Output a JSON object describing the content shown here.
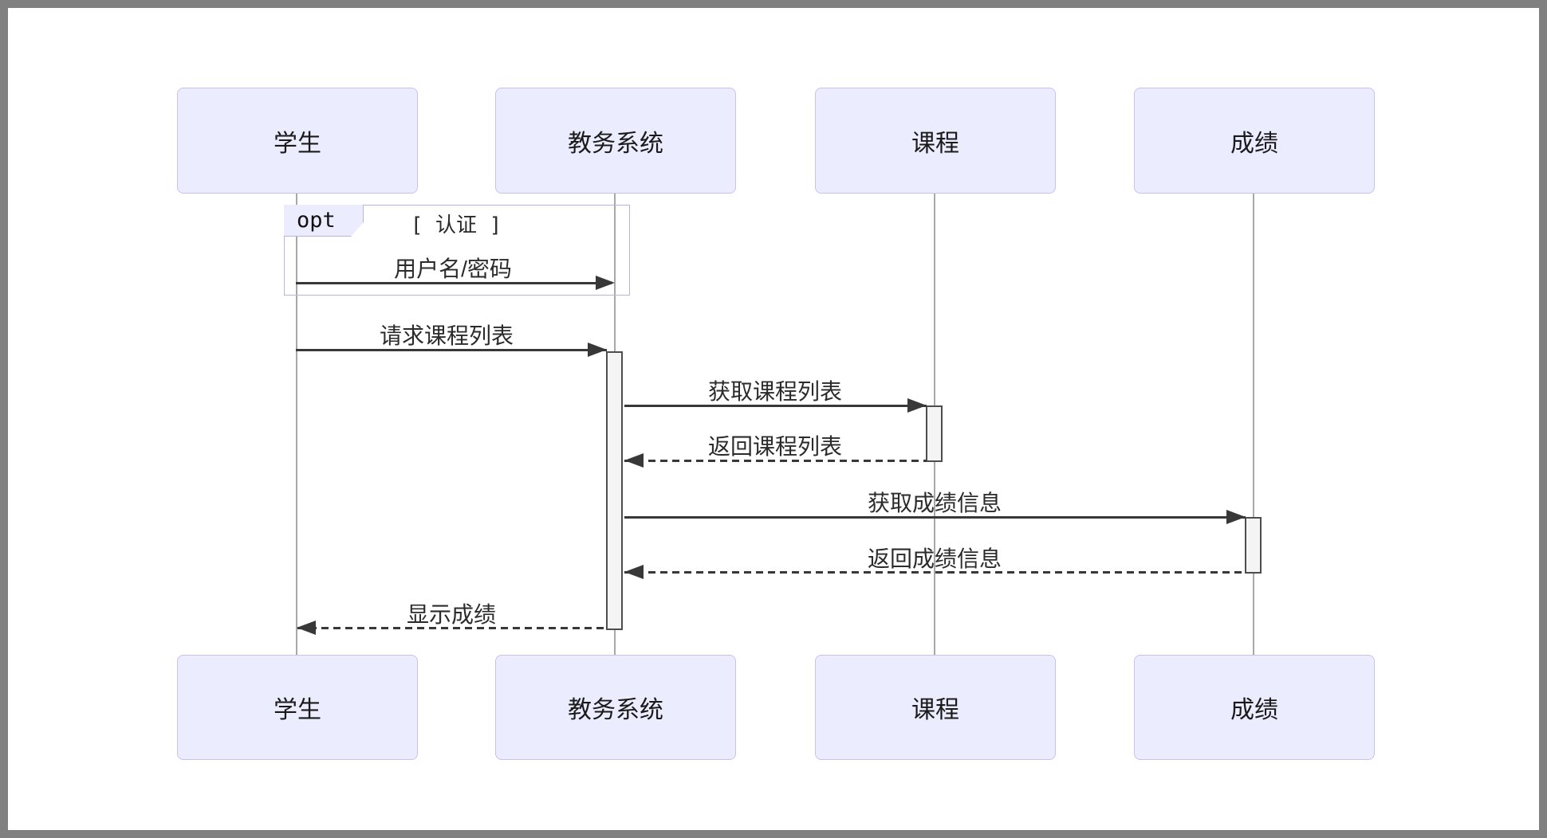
{
  "diagram": {
    "type": "sequence-diagram",
    "fragment": {
      "keyword": "opt",
      "guard": "[ 认证 ]"
    },
    "participants": [
      {
        "id": "student",
        "label": "学生"
      },
      {
        "id": "system",
        "label": "教务系统"
      },
      {
        "id": "course",
        "label": "课程"
      },
      {
        "id": "grade",
        "label": "成绩"
      }
    ],
    "messages": [
      {
        "from": "学生",
        "to": "教务系统",
        "label": "用户名/密码",
        "line": "solid"
      },
      {
        "from": "学生",
        "to": "教务系统",
        "label": "请求课程列表",
        "line": "solid"
      },
      {
        "from": "教务系统",
        "to": "课程",
        "label": "获取课程列表",
        "line": "solid"
      },
      {
        "from": "课程",
        "to": "教务系统",
        "label": "返回课程列表",
        "line": "dashed"
      },
      {
        "from": "教务系统",
        "to": "成绩",
        "label": "获取成绩信息",
        "line": "solid"
      },
      {
        "from": "成绩",
        "to": "教务系统",
        "label": "返回成绩信息",
        "line": "dashed"
      },
      {
        "from": "教务系统",
        "to": "学生",
        "label": "显示成绩",
        "line": "dashed"
      }
    ],
    "colors": {
      "actor_fill": "#ECECFF",
      "actor_border": "#C3C3EE",
      "fragment_border": "#B5B5E0",
      "activation_fill": "#F4F4F4",
      "activation_border": "#4D4D4D",
      "message_line": "#383838",
      "lifeline": "#A8A8A8",
      "frame": "#808080",
      "background": "#FFFFFF"
    }
  }
}
